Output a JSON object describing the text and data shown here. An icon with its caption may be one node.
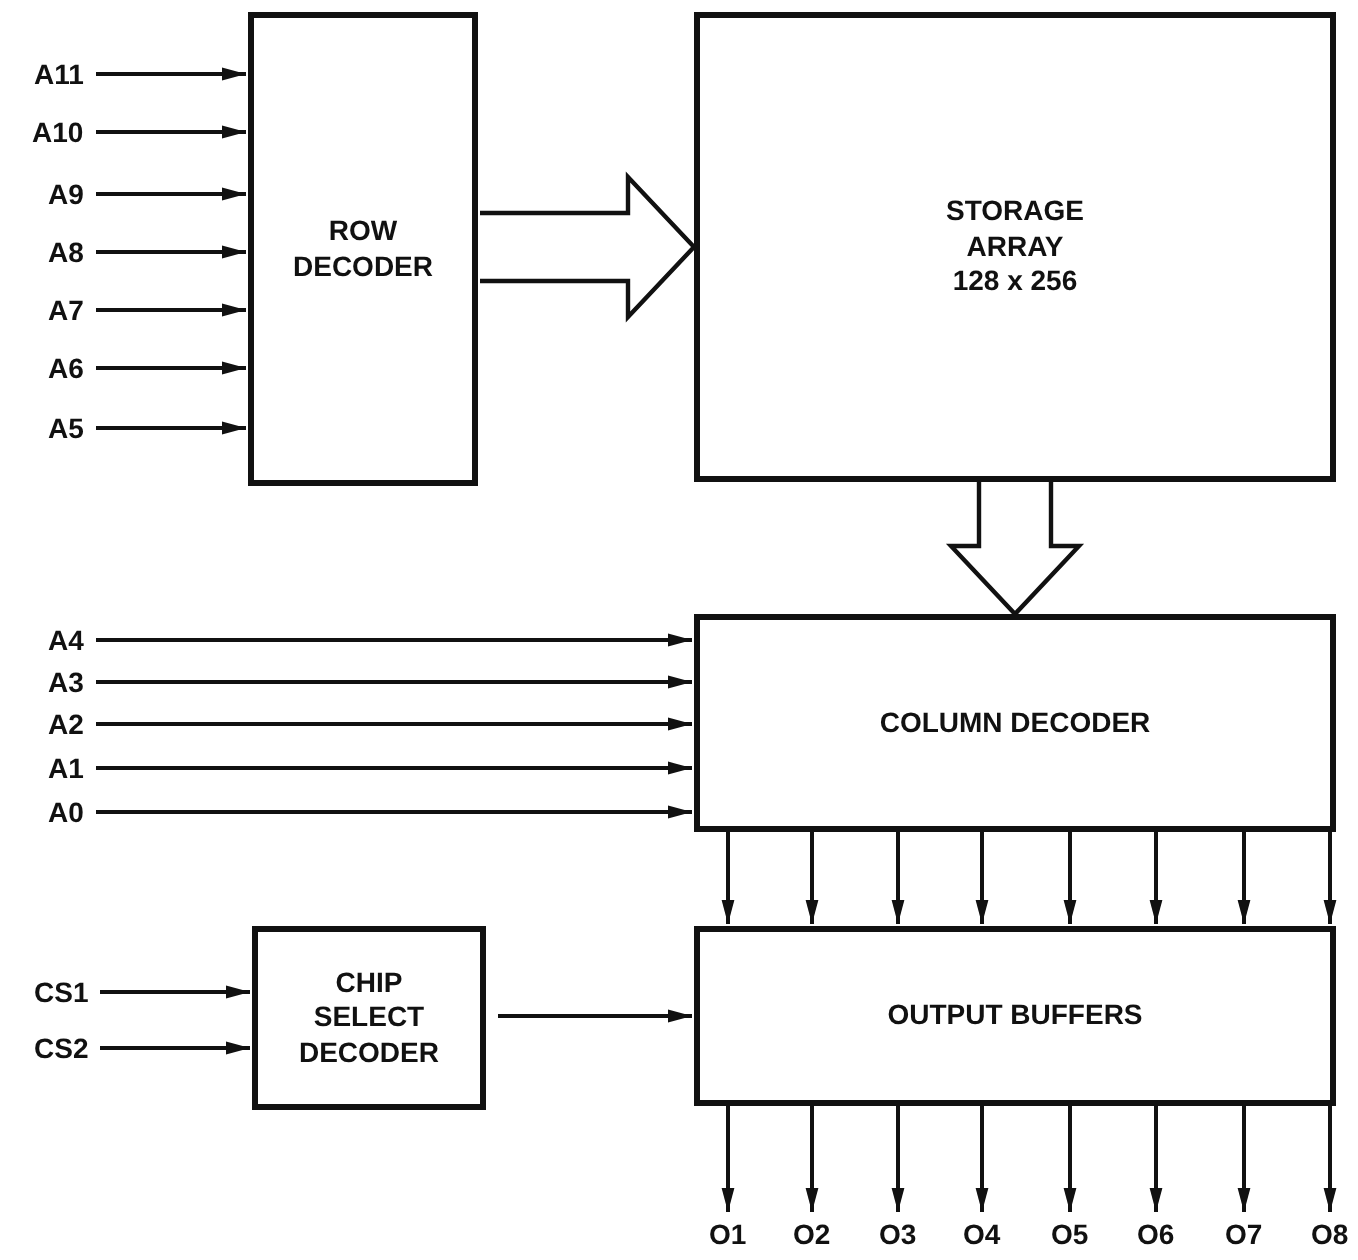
{
  "diagram": {
    "nodes": [
      {
        "text": [
          "ROW DECODER"
        ]
      },
      {
        "text": [
          "STORAGE ARRAY",
          "128 x 256"
        ]
      },
      {
        "text": [
          "COLUMN DECODER"
        ]
      },
      {
        "text": [
          "CHIP SELECT DECODER"
        ]
      },
      {
        "text": [
          "OUTPUT BUFFERS"
        ]
      },
      {
        "text": [
          "A11"
        ]
      },
      {
        "text": [
          "A10"
        ]
      },
      {
        "text": [
          "A9"
        ]
      },
      {
        "text": [
          "A8"
        ]
      },
      {
        "text": [
          "A7"
        ]
      },
      {
        "text": [
          "A6"
        ]
      },
      {
        "text": [
          "A5"
        ]
      },
      {
        "text": [
          "A4"
        ]
      },
      {
        "text": [
          "A3"
        ]
      },
      {
        "text": [
          "A2"
        ]
      },
      {
        "text": [
          "A1"
        ]
      },
      {
        "text": [
          "A0"
        ]
      },
      {
        "text": [
          "CS1"
        ]
      },
      {
        "text": [
          "CS2"
        ]
      },
      {
        "text": [
          "O1"
        ]
      },
      {
        "text": [
          "O2"
        ]
      },
      {
        "text": [
          "O3"
        ]
      },
      {
        "text": [
          "O4"
        ]
      },
      {
        "text": [
          "O5"
        ]
      },
      {
        "text": [
          "O6"
        ]
      },
      {
        "text": [
          "O7"
        ]
      },
      {
        "text": [
          "O8"
        ]
      }
    ],
    "edges": [
      {
        "from": 5,
        "to": 0,
        "arrow": "to"
      },
      {
        "from": 6,
        "to": 0,
        "arrow": "to"
      },
      {
        "from": 7,
        "to": 0,
        "arrow": "to"
      },
      {
        "from": 8,
        "to": 0,
        "arrow": "to"
      },
      {
        "from": 9,
        "to": 0,
        "arrow": "to"
      },
      {
        "from": 10,
        "to": 0,
        "arrow": "to"
      },
      {
        "from": 11,
        "to": 0,
        "arrow": "to"
      },
      {
        "from": 0,
        "to": 1,
        "arrow": "to",
        "style": "thick"
      },
      {
        "from": 1,
        "to": 2,
        "arrow": "to",
        "style": "thick"
      },
      {
        "from": 12,
        "to": 2,
        "arrow": "to"
      },
      {
        "from": 13,
        "to": 2,
        "arrow": "to"
      },
      {
        "from": 14,
        "to": 2,
        "arrow": "to"
      },
      {
        "from": 15,
        "to": 2,
        "arrow": "to"
      },
      {
        "from": 16,
        "to": 2,
        "arrow": "to"
      },
      {
        "from": 17,
        "to": 3,
        "arrow": "to"
      },
      {
        "from": 18,
        "to": 3,
        "arrow": "to"
      },
      {
        "from": 3,
        "to": 4,
        "arrow": "to"
      },
      {
        "from": 2,
        "to": 4,
        "arrow": "to"
      },
      {
        "from": 2,
        "to": 4,
        "arrow": "to"
      },
      {
        "from": 2,
        "to": 4,
        "arrow": "to"
      },
      {
        "from": 2,
        "to": 4,
        "arrow": "to"
      },
      {
        "from": 2,
        "to": 4,
        "arrow": "to"
      },
      {
        "from": 2,
        "to": 4,
        "arrow": "to"
      },
      {
        "from": 2,
        "to": 4,
        "arrow": "to"
      },
      {
        "from": 2,
        "to": 4,
        "arrow": "to"
      },
      {
        "from": 4,
        "to": 19,
        "arrow": "to"
      },
      {
        "from": 4,
        "to": 20,
        "arrow": "to"
      },
      {
        "from": 4,
        "to": 21,
        "arrow": "to"
      },
      {
        "from": 4,
        "to": 22,
        "arrow": "to"
      },
      {
        "from": 4,
        "to": 23,
        "arrow": "to"
      },
      {
        "from": 4,
        "to": 24,
        "arrow": "to"
      },
      {
        "from": 4,
        "to": 25,
        "arrow": "to"
      },
      {
        "from": 4,
        "to": 26,
        "arrow": "to"
      }
    ]
  }
}
